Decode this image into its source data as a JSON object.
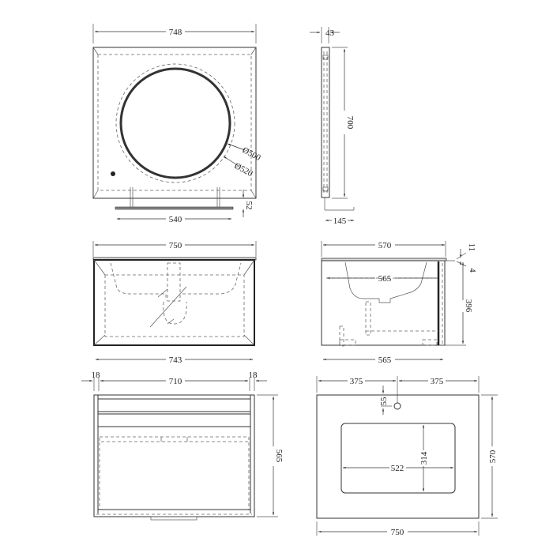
{
  "drawing": {
    "title": "Bathroom vanity with round LED mirror - dimension drawing",
    "units": "mm"
  },
  "mirror_front": {
    "width": "748",
    "shelf_width": "540",
    "shelf_offset": "52",
    "inner_diameter": "Ø500",
    "outer_diameter": "Ø520"
  },
  "mirror_side": {
    "depth": "43",
    "height": "700",
    "shelf_depth": "145"
  },
  "cabinet_front": {
    "top_width": "750",
    "body_width": "743"
  },
  "cabinet_side": {
    "top_depth": "570",
    "inner_depth": "565",
    "body_depth": "565",
    "height": "396",
    "top_thickness": "11",
    "gap": "4"
  },
  "cabinet_plan": {
    "side_left": "18",
    "inner_width": "710",
    "side_right": "18",
    "depth": "565"
  },
  "basin_top": {
    "left_to_tap": "375",
    "tap_to_right": "375",
    "tap_offset": "55",
    "bowl_width": "522",
    "bowl_depth": "314",
    "depth": "570",
    "width": "750"
  }
}
